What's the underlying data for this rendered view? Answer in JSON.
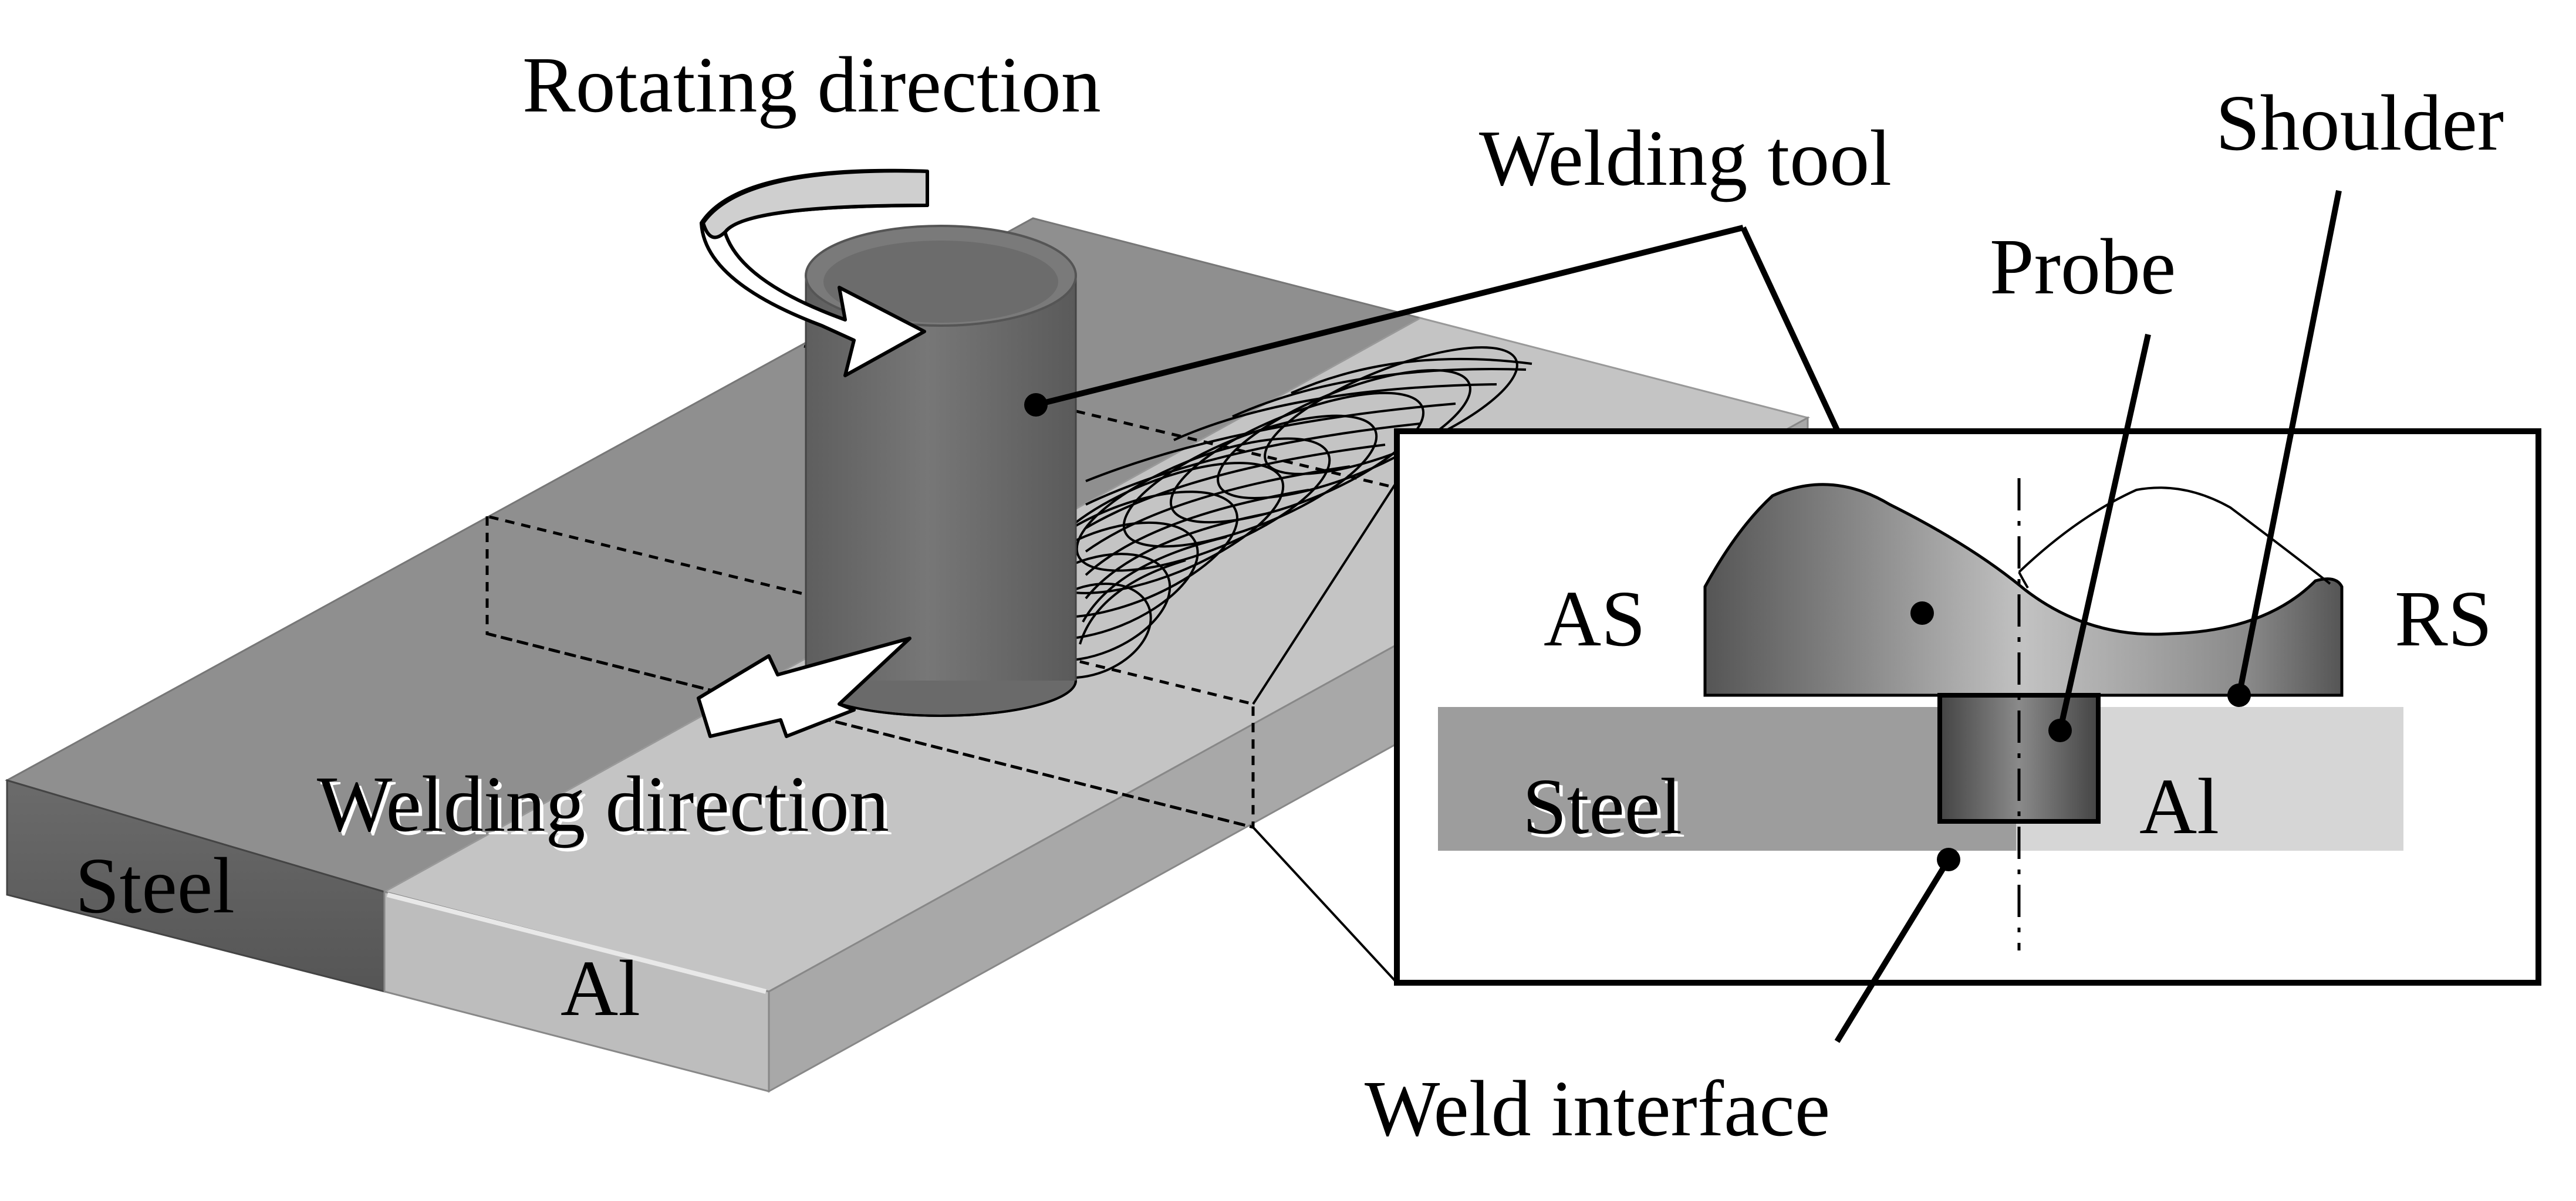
{
  "labels": {
    "rotating_direction": "Rotating direction",
    "welding_tool": "Welding tool",
    "shoulder": "Shoulder",
    "probe": "Probe",
    "as": "AS",
    "rs": "RS",
    "welding_direction": "Welding direction",
    "steel_plate": "Steel",
    "al_plate": "Al",
    "steel_section": "Steel",
    "al_section": "Al",
    "weld_interface": "Weld interface"
  },
  "colors": {
    "steel": "#9a9a9a",
    "steel_dark": "#5a5a5a",
    "aluminum": "#cfcfcf",
    "aluminum_top": "#c4c4c4",
    "tool": "#6f6f6f",
    "outline": "#000000"
  }
}
